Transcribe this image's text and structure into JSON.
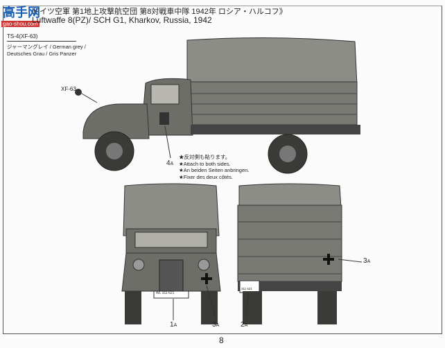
{
  "header": {
    "line1": "ドイツ空軍 第1地上攻撃航空団 第8対戦車中隊 1942年 ロシア・ハルコフ》",
    "line2": "Luftwaffe 8(PZ)/ SCH G1, Kharkov, Russia, 1942"
  },
  "watermark": {
    "text": "高手网",
    "sub": "gao-shou.com"
  },
  "paint": {
    "code": "TS-4(XF-63)",
    "desc_line1": "ジャーマングレイ / German grey /",
    "desc_line2": "Deutsches Grau / Gris Panzer",
    "color": "#6e6e68"
  },
  "callouts": {
    "xf63": "XF-63",
    "side_decal": "4",
    "front_plate": "1",
    "front_cross": "3",
    "rear_plate": "2",
    "rear_cross": "3",
    "suffix": "A"
  },
  "note": {
    "jp": "★反対側も貼ります。",
    "en": "★Attach to both sides.",
    "de": "★An beiden Seiten anbringen.",
    "fr": "★Fixer des deux côtés."
  },
  "plates": {
    "front": "WL 311 621",
    "rear": "311 621"
  },
  "page_number": "8"
}
